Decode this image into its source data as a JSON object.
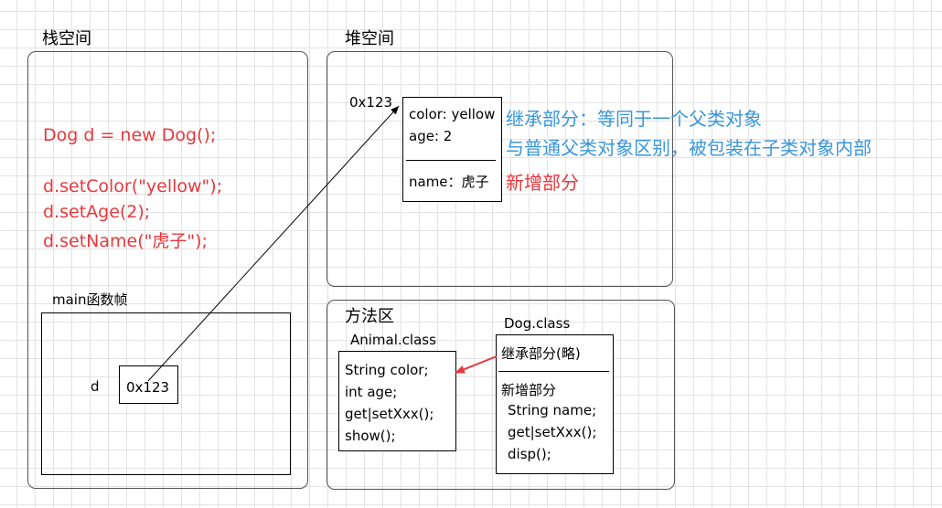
{
  "stack": {
    "title": "栈空间",
    "code": [
      "Dog d = new Dog();",
      "d.setColor(\"yellow\");",
      "d.setAge(2);",
      "d.setName(\"虎子\");"
    ],
    "frame_label": "main函数帧",
    "var_name": "d",
    "var_value": "0x123"
  },
  "heap": {
    "title": "堆空间",
    "address": "0x123",
    "inherited_fields": [
      "color: yellow",
      "age:   2"
    ],
    "new_fields": [
      "name：虎子"
    ],
    "annotation_inherit_1": "继承部分：等同于一个父类对象",
    "annotation_inherit_2": "与普通父类对象区别，被包装在子类对象内部",
    "annotation_new": "新增部分"
  },
  "method_area": {
    "title": "方法区",
    "animal": {
      "label": "Animal.class",
      "members": [
        "String color;",
        "int age;",
        "get|setXxx();",
        "show();"
      ]
    },
    "dog": {
      "label": "Dog.class",
      "inherited": "继承部分(略)",
      "new_heading": "新增部分",
      "members": [
        "String name;",
        "get|setXxx();",
        "disp();"
      ]
    }
  },
  "colors": {
    "code_red": "#e8383d",
    "annotation_blue": "#3a96dd",
    "arrow_red": "#e8383d",
    "border": "#555555"
  }
}
